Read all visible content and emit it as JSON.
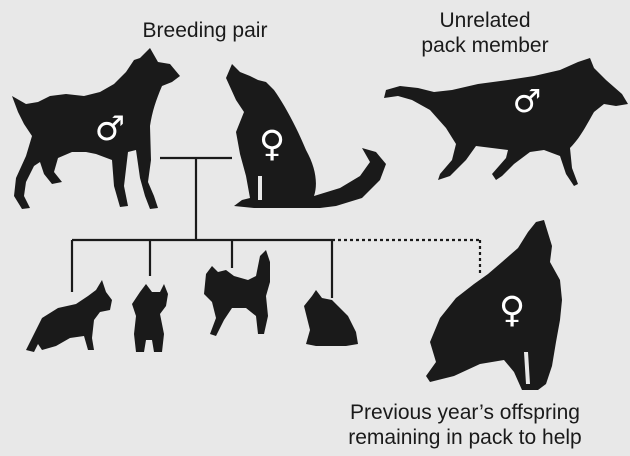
{
  "labels": {
    "breeding_pair": "Breeding pair",
    "unrelated_line1": "Unrelated",
    "unrelated_line2": "pack member",
    "previous_line1": "Previous year’s offspring",
    "previous_line2": "remaining in pack to help"
  },
  "symbols": {
    "male": "♂",
    "female": "♀"
  },
  "colors": {
    "background": "#e8e8e8",
    "silhouette": "#1a1a1a",
    "symbol": "#ffffff",
    "line": "#1a1a1a"
  },
  "icons": [
    "male-wolf-icon",
    "female-wolf-icon",
    "unrelated-wolf-icon",
    "pup-icon",
    "yearling-wolf-icon",
    "male-symbol",
    "female-symbol"
  ]
}
